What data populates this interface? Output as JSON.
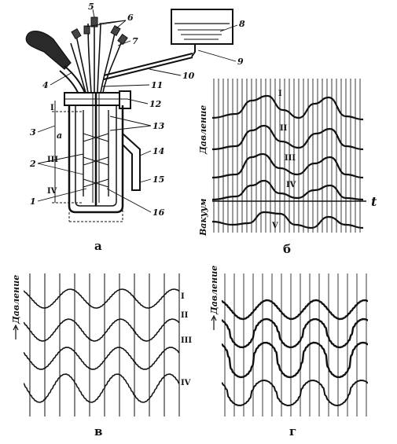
{
  "panels": {
    "a": "а",
    "b": "б",
    "v": "в",
    "g": "г"
  },
  "device": {
    "labels": [
      "1",
      "2",
      "3",
      "4",
      "5",
      "6",
      "7",
      "8",
      "9",
      "10",
      "11",
      "12",
      "13",
      "14",
      "15",
      "16"
    ],
    "section_a": "a",
    "sections": [
      "I",
      "III",
      "IV"
    ]
  },
  "panel_b": {
    "ylabel_top": "Давление",
    "ylabel_bottom": "Вакуум",
    "xlabel": "t",
    "curves": [
      "I",
      "II",
      "III",
      "IV",
      "V"
    ]
  },
  "panel_v": {
    "ylabel": "Давление",
    "curves": [
      "I",
      "II",
      "III",
      "IV"
    ]
  },
  "panel_g": {
    "ylabel": "Давление"
  }
}
